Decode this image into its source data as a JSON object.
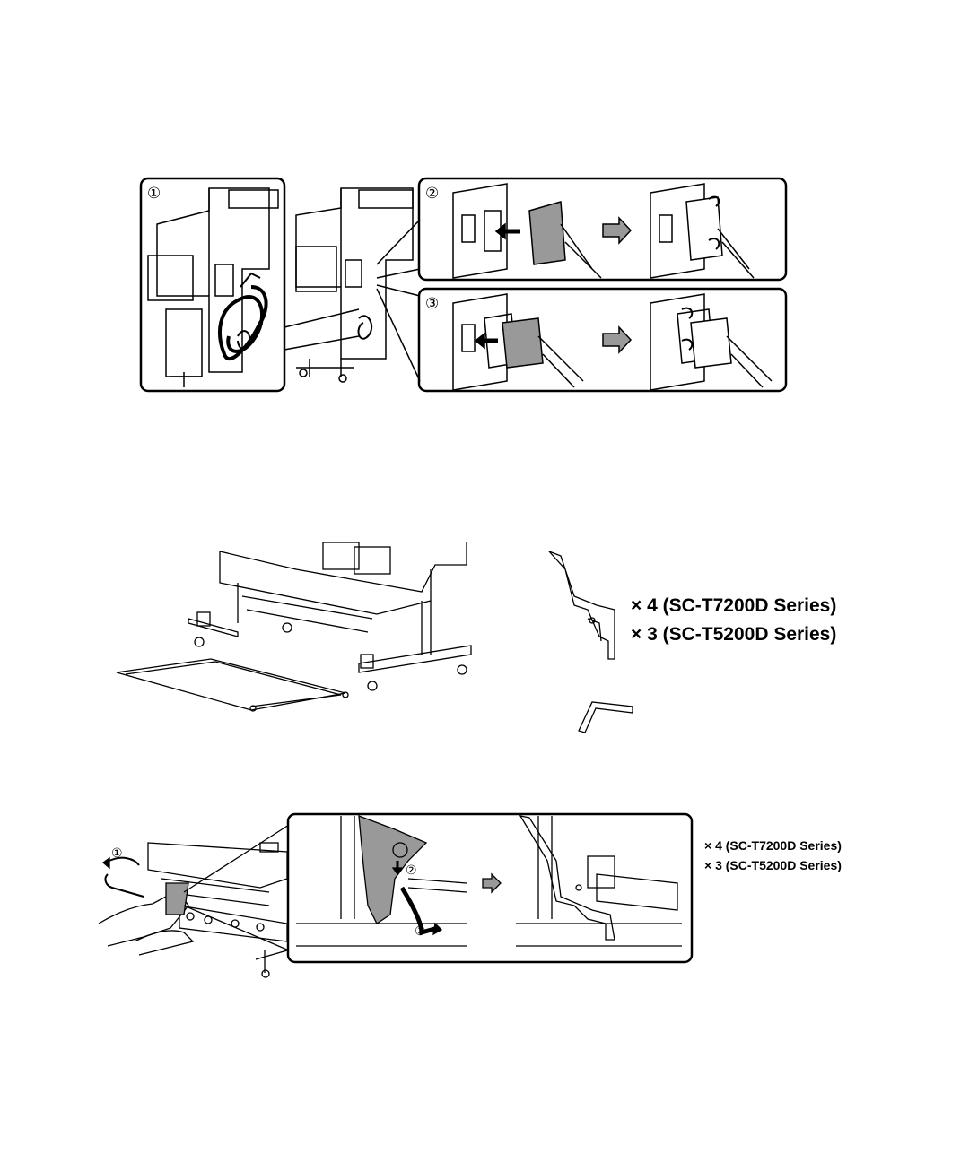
{
  "figure1": {
    "steps": [
      "①",
      "②",
      "③"
    ]
  },
  "figure2": {
    "quantities": [
      "× 4  (SC-T7200D Series)",
      "× 3  (SC-T5200D Series)"
    ]
  },
  "figure3": {
    "steps": [
      "①",
      "②",
      "③"
    ],
    "quantities": [
      "× 4  (SC-T7200D Series)",
      "× 3  (SC-T5200D Series)"
    ]
  }
}
